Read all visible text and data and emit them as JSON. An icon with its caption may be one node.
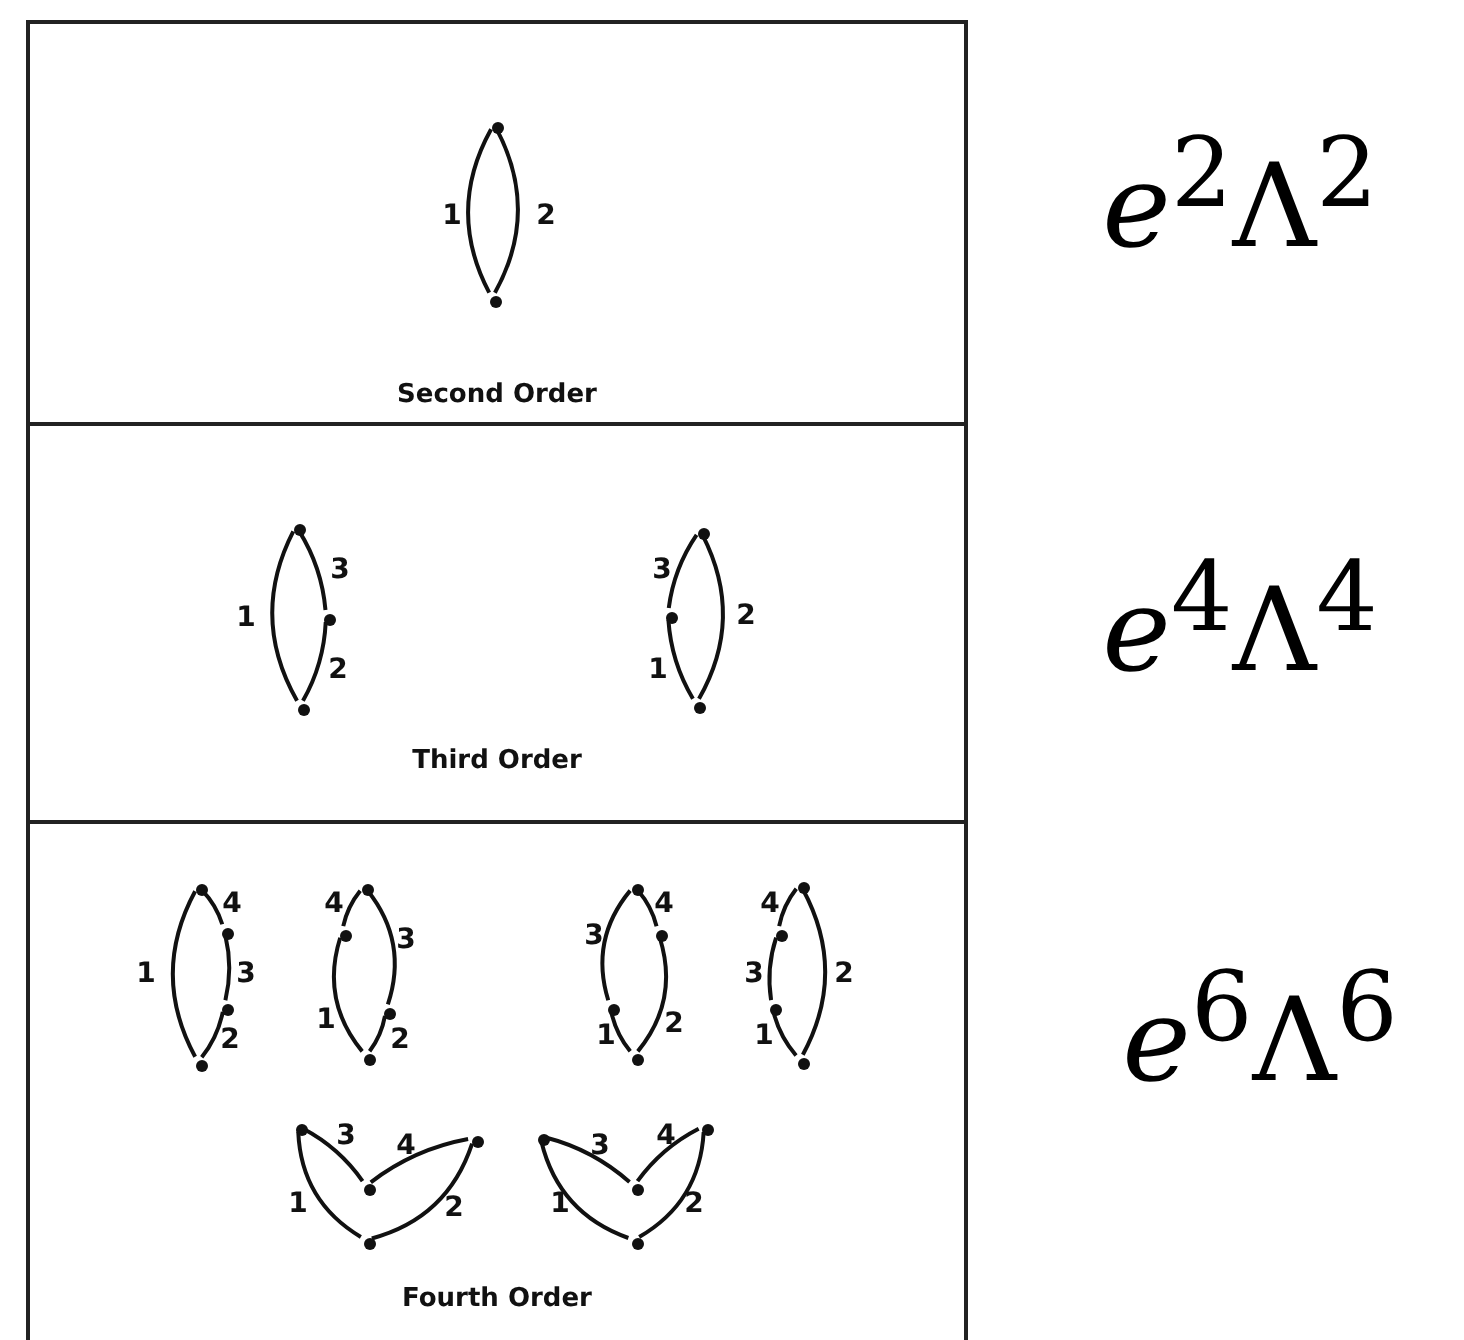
{
  "diagram": {
    "nodes": [
      {
        "text": [
          "Second Order"
        ]
      },
      {
        "text": [],
        "shape": "circle",
        "in": 0
      },
      {
        "text": [],
        "shape": "circle",
        "in": 0
      },
      {
        "text": [
          "Third Order"
        ]
      },
      {
        "text": [],
        "shape": "circle",
        "in": 3
      },
      {
        "text": [],
        "shape": "circle",
        "in": 3
      },
      {
        "text": [],
        "shape": "circle",
        "in": 3
      },
      {
        "text": [],
        "shape": "circle",
        "in": 3
      },
      {
        "text": [],
        "shape": "circle",
        "in": 3
      },
      {
        "text": [],
        "shape": "circle",
        "in": 3
      },
      {
        "text": [
          "Fourth Order"
        ]
      },
      {
        "text": [],
        "shape": "circle",
        "in": 10
      },
      {
        "text": [],
        "shape": "circle",
        "in": 10
      },
      {
        "text": [],
        "shape": "circle",
        "in": 10
      },
      {
        "text": [],
        "shape": "circle",
        "in": 10
      },
      {
        "text": [],
        "shape": "circle",
        "in": 10
      },
      {
        "text": [],
        "shape": "circle",
        "in": 10
      },
      {
        "text": [],
        "shape": "circle",
        "in": 10
      },
      {
        "text": [],
        "shape": "circle",
        "in": 10
      },
      {
        "text": [],
        "shape": "circle",
        "in": 10
      },
      {
        "text": [],
        "shape": "circle",
        "in": 10
      },
      {
        "text": [],
        "shape": "circle",
        "in": 10
      },
      {
        "text": [],
        "shape": "circle",
        "in": 10
      },
      {
        "text": [],
        "shape": "circle",
        "in": 10
      },
      {
        "text": [],
        "shape": "circle",
        "in": 10
      },
      {
        "text": [],
        "shape": "circle",
        "in": 10
      },
      {
        "text": [],
        "shape": "circle",
        "in": 10
      },
      {
        "text": [],
        "shape": "circle",
        "in": 10
      },
      {
        "text": [],
        "shape": "circle",
        "in": 10
      },
      {
        "text": [],
        "shape": "circle",
        "in": 10
      },
      {
        "text": [],
        "shape": "circle",
        "in": 10
      },
      {
        "text": [],
        "shape": "circle",
        "in": 10
      },
      {
        "text": [],
        "shape": "circle",
        "in": 10
      },
      {
        "text": [],
        "shape": "circle",
        "in": 10
      },
      {
        "text": [],
        "shape": "circle",
        "in": 10
      }
    ],
    "edges": [
      {
        "from": 1,
        "to": 2,
        "arrow": "none",
        "label": "1"
      },
      {
        "from": 1,
        "to": 2,
        "arrow": "none",
        "label": "2"
      },
      {
        "from": 4,
        "to": 6,
        "arrow": "none",
        "label": "1"
      },
      {
        "from": 4,
        "to": 5,
        "arrow": "none",
        "label": "3"
      },
      {
        "from": 5,
        "to": 6,
        "arrow": "none",
        "label": "2"
      },
      {
        "from": 7,
        "to": 8,
        "arrow": "none",
        "label": "3"
      },
      {
        "from": 8,
        "to": 9,
        "arrow": "none",
        "label": "1"
      },
      {
        "from": 7,
        "to": 9,
        "arrow": "none",
        "label": "2"
      },
      {
        "from": 11,
        "to": 14,
        "arrow": "none",
        "label": "1"
      },
      {
        "from": 11,
        "to": 12,
        "arrow": "none",
        "label": "4"
      },
      {
        "from": 12,
        "to": 13,
        "arrow": "none",
        "label": "3"
      },
      {
        "from": 13,
        "to": 14,
        "arrow": "none",
        "label": "2"
      },
      {
        "from": 15,
        "to": 16,
        "arrow": "none",
        "label": "4"
      },
      {
        "from": 16,
        "to": 18,
        "arrow": "none",
        "label": "1"
      },
      {
        "from": 15,
        "to": 17,
        "arrow": "none",
        "label": "3"
      },
      {
        "from": 17,
        "to": 18,
        "arrow": "none",
        "label": "2"
      },
      {
        "from": 19,
        "to": 21,
        "arrow": "none",
        "label": "3"
      },
      {
        "from": 21,
        "to": 22,
        "arrow": "none",
        "label": "1"
      },
      {
        "from": 19,
        "to": 20,
        "arrow": "none",
        "label": "4"
      },
      {
        "from": 20,
        "to": 22,
        "arrow": "none",
        "label": "2"
      },
      {
        "from": 23,
        "to": 24,
        "arrow": "none",
        "label": "4"
      },
      {
        "from": 24,
        "to": 25,
        "arrow": "none",
        "label": "3"
      },
      {
        "from": 25,
        "to": 26,
        "arrow": "none",
        "label": "1"
      },
      {
        "from": 23,
        "to": 26,
        "arrow": "none",
        "label": "2"
      },
      {
        "from": 27,
        "to": 28,
        "arrow": "none",
        "label": "3"
      },
      {
        "from": 28,
        "to": 29,
        "arrow": "none",
        "label": "4"
      },
      {
        "from": 27,
        "to": 30,
        "arrow": "none",
        "label": "1"
      },
      {
        "from": 29,
        "to": 30,
        "arrow": "none",
        "label": "2"
      },
      {
        "from": 31,
        "to": 32,
        "arrow": "none",
        "label": "3"
      },
      {
        "from": 32,
        "to": 33,
        "arrow": "none",
        "label": "4"
      },
      {
        "from": 31,
        "to": 34,
        "arrow": "none",
        "label": "1"
      },
      {
        "from": 33,
        "to": 34,
        "arrow": "none",
        "label": "2"
      }
    ],
    "labels": [
      "*e*$^{2}$Λ$^{2}$",
      "*e*$^{4}$Λ$^{4}$",
      "*e*$^{6}$Λ$^{6}$"
    ]
  }
}
